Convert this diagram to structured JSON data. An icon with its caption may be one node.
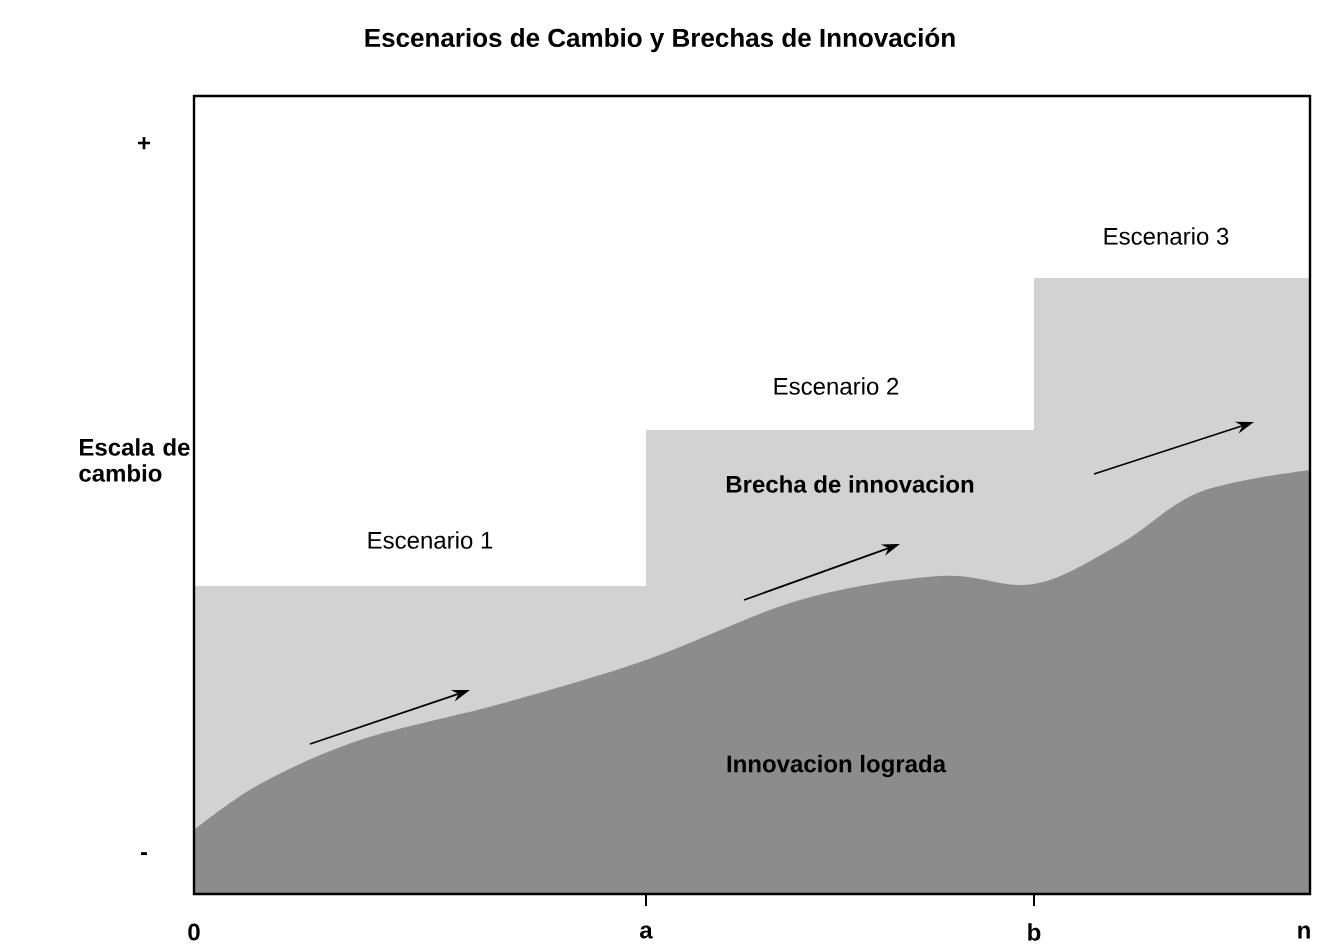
{
  "diagram": {
    "title": "Escenarios de Cambio y Brechas de Innovación",
    "labels": [
      "+",
      "Escenario 3",
      "Escenario 2",
      "Escala de cambio",
      "Brecha de innovacion",
      "Escenario 1",
      "Innovacion lograda",
      "-",
      "0",
      "a",
      "b",
      "n"
    ]
  }
}
